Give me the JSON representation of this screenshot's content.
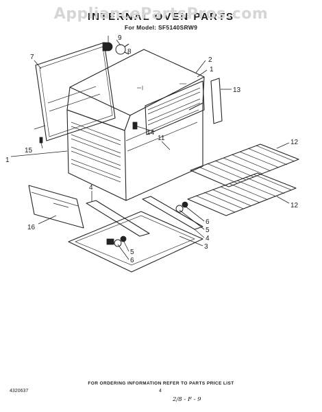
{
  "watermark": "AppliancePartsPros.com",
  "header": {
    "title": "INTERNAL OVEN PARTS",
    "model_line": "For Model: SF5140SRW9"
  },
  "callouts": {
    "c1a": "1",
    "c1b": "1",
    "c2": "2",
    "c3": "3",
    "c4a": "4",
    "c4b": "4",
    "c5a": "5",
    "c5b": "5",
    "c6a": "6",
    "c6b": "6",
    "c7": "7",
    "c8": "8",
    "c9": "9",
    "c11": "11",
    "c12a": "12",
    "c12b": "12",
    "c13": "13",
    "c14": "14",
    "c15": "15",
    "c16": "16"
  },
  "footer": {
    "note": "FOR ORDERING INFORMATION REFER TO PARTS PRICE LIST",
    "doc_number": "4320637",
    "page_number": "4",
    "date": "2/8 - F - 9"
  }
}
